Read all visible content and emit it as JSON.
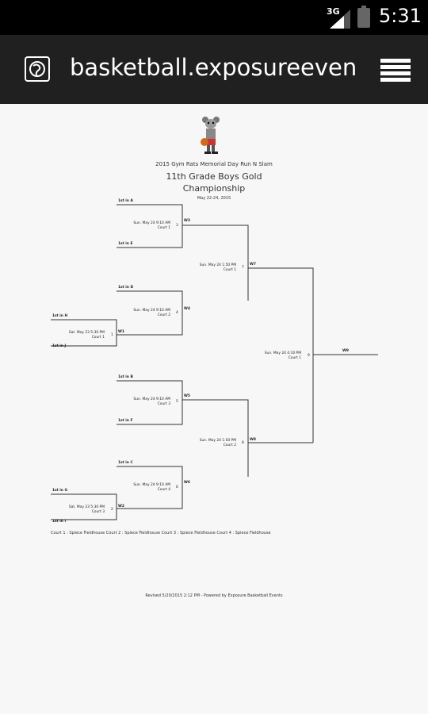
{
  "status_bar": {
    "network": "3G",
    "time": "5:31"
  },
  "app_bar": {
    "url": "basketball.exposureevents"
  },
  "event": {
    "name": "2015 Gym Rats Memorial Day Run N Slam",
    "division_line1": "11th Grade Boys Gold",
    "division_line2": "Championship",
    "dates": "May 22-24, 2015"
  },
  "bracket": {
    "seeds": {
      "a1": "1st in A",
      "e1": "1st in E",
      "d1": "1st in D",
      "h1": "1st in H",
      "j1": "1st in J",
      "b1": "1st in B",
      "f1": "1st in F",
      "c1": "1st in C",
      "g1": "1st in G",
      "i1": "1st in I"
    },
    "games": {
      "g1": {
        "time": "Sat. May 23 5:30 PM",
        "court": "Court 1",
        "num": "1",
        "winner": "W1"
      },
      "g2": {
        "time": "Sat. May 23 5:30 PM",
        "court": "Court 3",
        "num": "2",
        "winner": "W2"
      },
      "g3": {
        "time": "Sun. May 24 9:10 AM",
        "court": "Court 1",
        "num": "3",
        "winner": "W3"
      },
      "g4": {
        "time": "Sun. May 24 9:10 AM",
        "court": "Court 2",
        "num": "4",
        "winner": "W4"
      },
      "g5": {
        "time": "Sun. May 24 9:10 AM",
        "court": "Court 3",
        "num": "5",
        "winner": "W5"
      },
      "g6": {
        "time": "Sun. May 24 9:10 AM",
        "court": "Court 4",
        "num": "6",
        "winner": "W6"
      },
      "g7": {
        "time": "Sun. May 24 1:50 PM",
        "court": "Court 1",
        "num": "7",
        "winner": "W7"
      },
      "g8": {
        "time": "Sun. May 24 1:50 PM",
        "court": "Court 2",
        "num": "8",
        "winner": "W8"
      },
      "g9": {
        "time": "Sun. May 24 4:10 PM",
        "court": "Court 1",
        "num": "9",
        "winner": "W9"
      }
    }
  },
  "courts_legend": "Court 1 : Spiece Fieldhouse    Court 2 : Spiece Fieldhouse    Court 3 : Spiece Fieldhouse    Court 4 : Spiece Fieldhouse",
  "footer": "Revised 5/20/2015 2:12 PM - Powered by Exposure Basketball Events",
  "colors": {
    "status_bar": "#000000",
    "app_bar": "#202020",
    "page": "#f7f7f7",
    "lines": "#333333"
  }
}
